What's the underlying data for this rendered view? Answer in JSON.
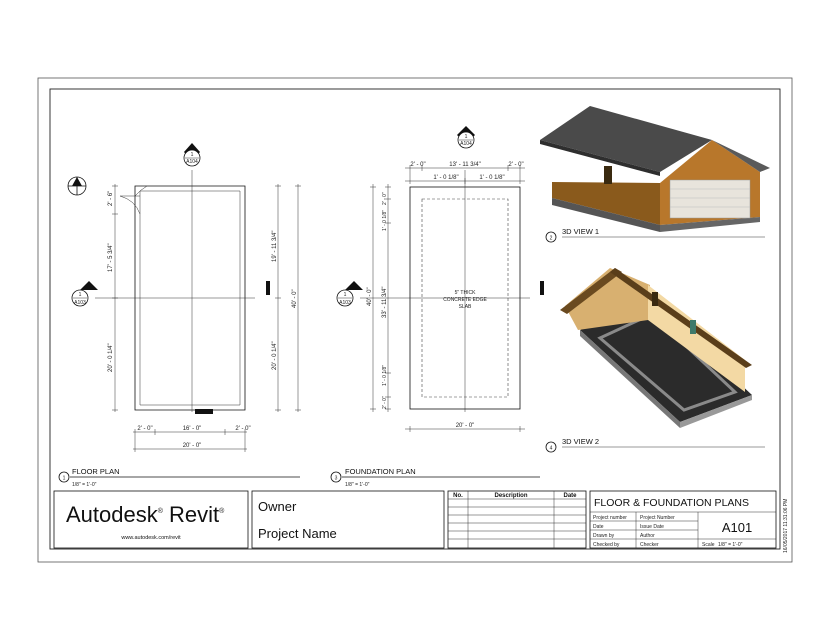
{
  "floor_plan": {
    "title": "FLOOR PLAN",
    "number": "1",
    "scale": "1/8\" = 1'-0\"",
    "section_top": {
      "num": "1",
      "sheet": "A104"
    },
    "section_left": {
      "num": "1",
      "sheet": "A103"
    },
    "dims_left": [
      "2' - 6\"",
      "17' - 5 3/4\"",
      "20' - 0 1/4\""
    ],
    "dims_right": [
      "19' - 11 3/4\"",
      "20' - 0 1/4\"",
      "40' - 0\""
    ],
    "dims_bottom": [
      "2' - 0\"",
      "16' - 0\"",
      "2' - 0\"",
      "20' - 0\""
    ]
  },
  "foundation_plan": {
    "title": "FOUNDATION PLAN",
    "number": "3",
    "scale": "1/8\" = 1'-0\"",
    "section_top": {
      "num": "1",
      "sheet": "A104"
    },
    "section_left": {
      "num": "1",
      "sheet": "A103"
    },
    "dims_top": [
      "2' - 0\"",
      "13' - 11 3/4\"",
      "2' - 0\"",
      "1' - 0 1/8\"",
      "1' - 0 1/8\""
    ],
    "dims_left": [
      "2' - 0\"",
      "1' - 0 1/8\"",
      "33' - 11 3/4\"",
      "1' - 0 1/8\"",
      "2' - 0\"",
      "40' - 0\""
    ],
    "dims_bottom": [
      "20' - 0\""
    ],
    "slab_note": [
      "5\" THICK",
      "CONCRETE EDGE",
      "SLAB"
    ]
  },
  "views": [
    {
      "number": "2",
      "title": "3D VIEW 1"
    },
    {
      "number": "4",
      "title": "3D VIEW 2"
    }
  ],
  "title_block": {
    "logo": "Autodesk",
    "logo_product": "Revit",
    "logo_url": "www.autodesk.com/revit",
    "owner": "Owner",
    "project_name": "Project Name",
    "rev_headers": [
      "No.",
      "Description",
      "Date"
    ],
    "sheet_title": "FLOOR & FOUNDATION PLANS",
    "fields": [
      {
        "label": "Project number",
        "value": "Project Number"
      },
      {
        "label": "Date",
        "value": "Issue Date"
      },
      {
        "label": "Drawn by",
        "value": "Author"
      },
      {
        "label": "Checked by",
        "value": "Checker"
      }
    ],
    "sheet_number": "A101",
    "scale_label": "Scale",
    "scale_value": "1/8\" = 1'-0\"",
    "timestamp": "16/05/2017 11:31:06 PM"
  }
}
